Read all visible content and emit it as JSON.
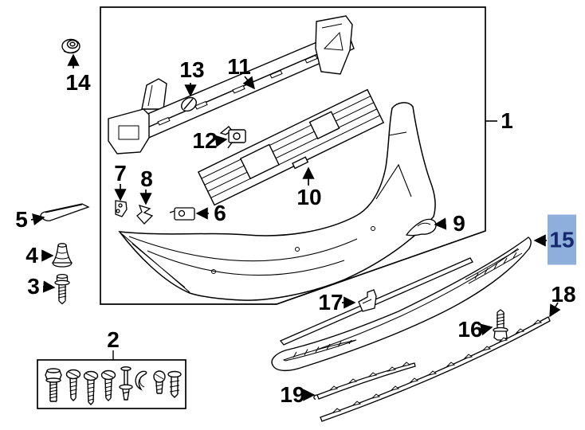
{
  "diagram": {
    "kind": "exploded-parts-diagram",
    "background_color": "#FFFFFF",
    "line_color": "#000000",
    "selected_callout": "15",
    "selection_highlight": {
      "background": "#8EAEDC",
      "text_color": "#16286E"
    },
    "callouts": [
      {
        "id": 1,
        "label": "1"
      },
      {
        "id": 2,
        "label": "2"
      },
      {
        "id": 3,
        "label": "3"
      },
      {
        "id": 4,
        "label": "4"
      },
      {
        "id": 5,
        "label": "5"
      },
      {
        "id": 6,
        "label": "6"
      },
      {
        "id": 7,
        "label": "7"
      },
      {
        "id": 8,
        "label": "8"
      },
      {
        "id": 9,
        "label": "9"
      },
      {
        "id": 10,
        "label": "10"
      },
      {
        "id": 11,
        "label": "11"
      },
      {
        "id": 12,
        "label": "12"
      },
      {
        "id": 13,
        "label": "13"
      },
      {
        "id": 14,
        "label": "14"
      },
      {
        "id": 15,
        "label": "15"
      },
      {
        "id": 16,
        "label": "16"
      },
      {
        "id": 17,
        "label": "17"
      },
      {
        "id": 18,
        "label": "18"
      },
      {
        "id": 19,
        "label": "19"
      }
    ]
  }
}
